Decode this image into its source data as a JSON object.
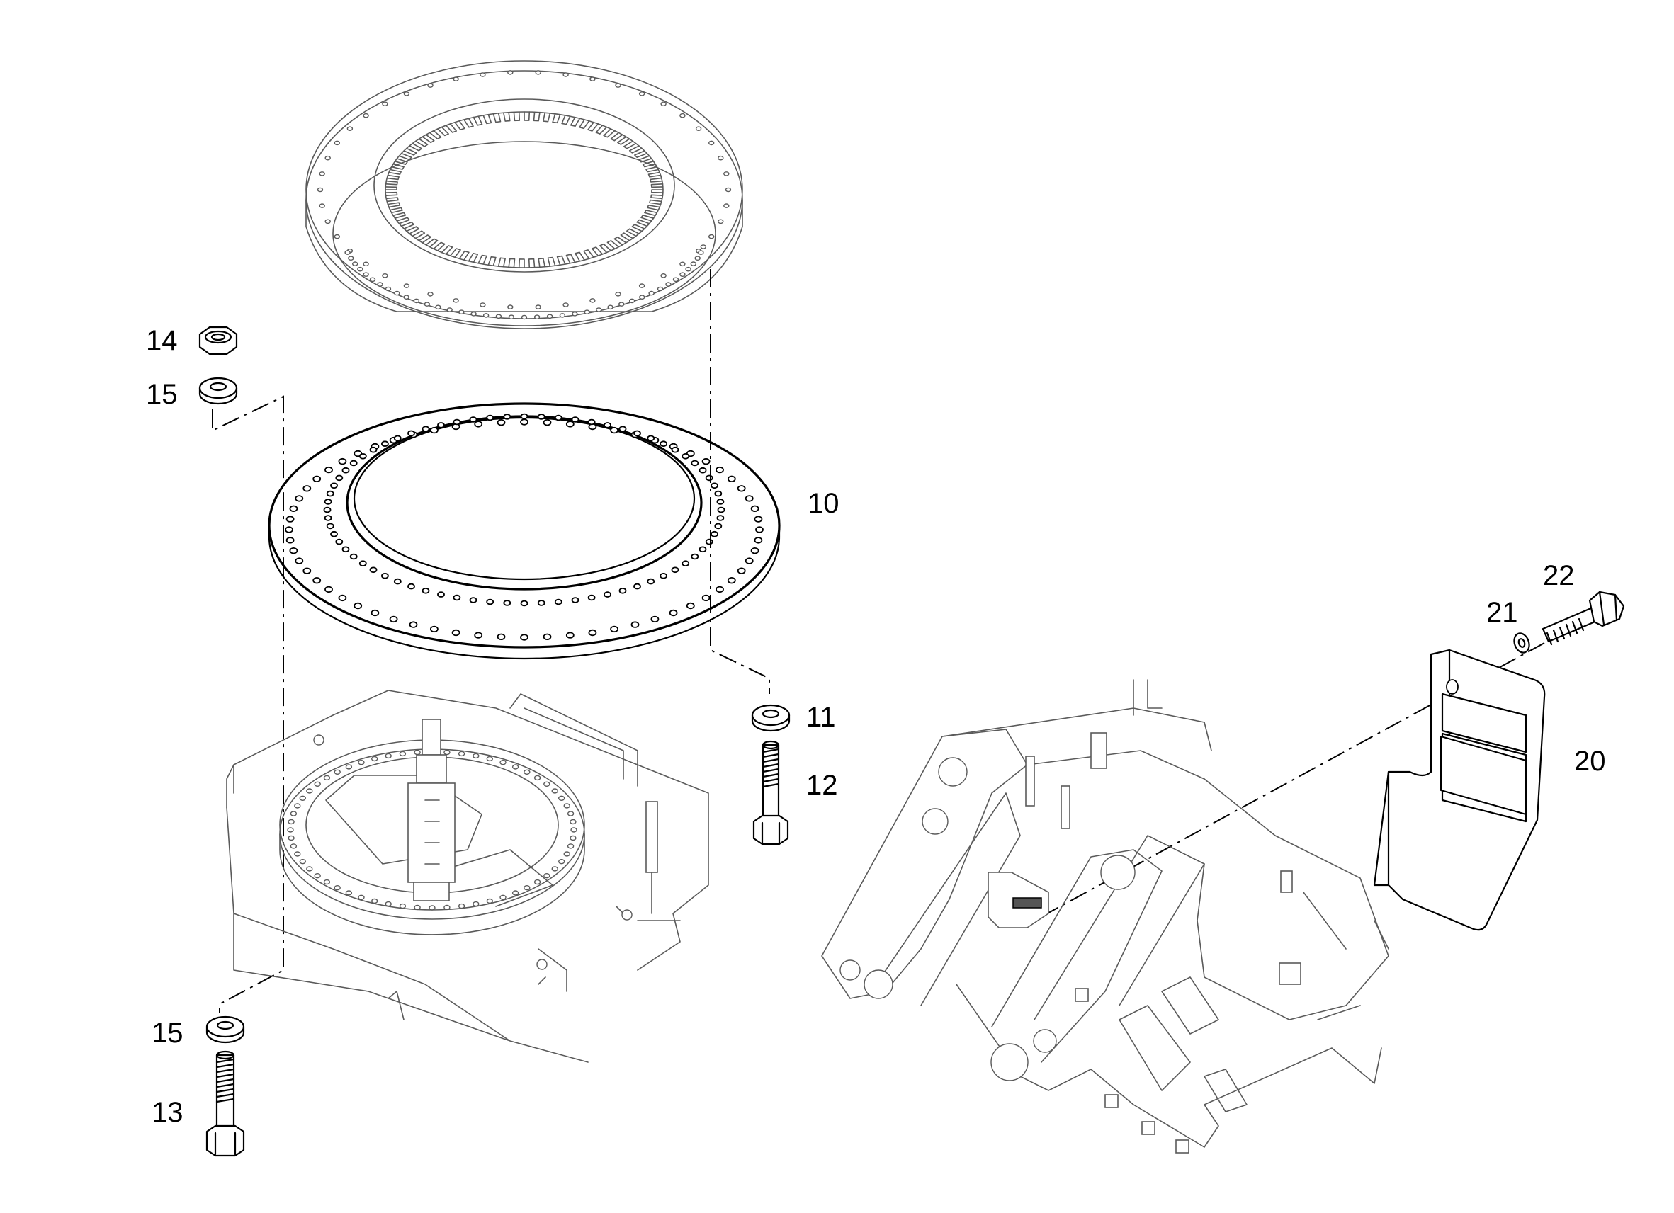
{
  "callouts": [
    {
      "number": "10",
      "part": "bearing-shim-plate"
    },
    {
      "number": "11",
      "part": "washer"
    },
    {
      "number": "12",
      "part": "bolt"
    },
    {
      "number": "13",
      "part": "bolt"
    },
    {
      "number": "14",
      "part": "nut"
    },
    {
      "number": "15",
      "part": "washer-upper"
    },
    {
      "number": "15",
      "part": "washer-lower"
    },
    {
      "number": "20",
      "part": "cover-plate"
    },
    {
      "number": "21",
      "part": "washer"
    },
    {
      "number": "22",
      "part": "bolt"
    }
  ]
}
